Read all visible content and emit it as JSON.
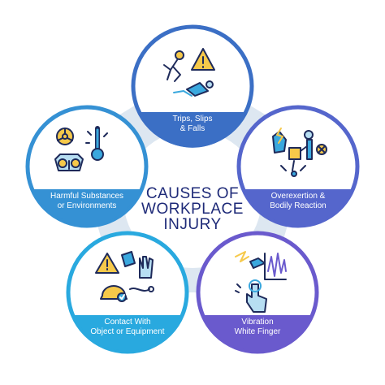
{
  "title": "CAUSES OF\nWORKPLACE\nINJURY",
  "colors": {
    "connector_light": "#dde7f1",
    "text_dark": "#1e2a78",
    "icon_outline": "#1e2a5a",
    "icon_yellow": "#f6c94a",
    "icon_blue": "#3aa8de",
    "icon_lightblue": "#b7def2"
  },
  "circles": [
    {
      "id": "trips",
      "label": "Trips, Slips\n& Falls",
      "color": "#3b6fc5",
      "icon": "falling-person-warning-icon"
    },
    {
      "id": "overexertion",
      "label": "Overexertion &\nBodily Reaction",
      "color": "#5566cc",
      "icon": "lifting-box-strain-icon"
    },
    {
      "id": "vibration",
      "label": "Vibration\nWhite Finger",
      "color": "#6a5acd",
      "icon": "hand-vibration-wave-icon"
    },
    {
      "id": "contact",
      "label": "Contact With\nObject or Equipment",
      "color": "#29a9df",
      "icon": "hardhat-gloves-warning-icon"
    },
    {
      "id": "harmful",
      "label": "Harmful Substances\nor Environments",
      "color": "#3591d4",
      "icon": "biohazard-respirator-thermometer-icon"
    }
  ]
}
